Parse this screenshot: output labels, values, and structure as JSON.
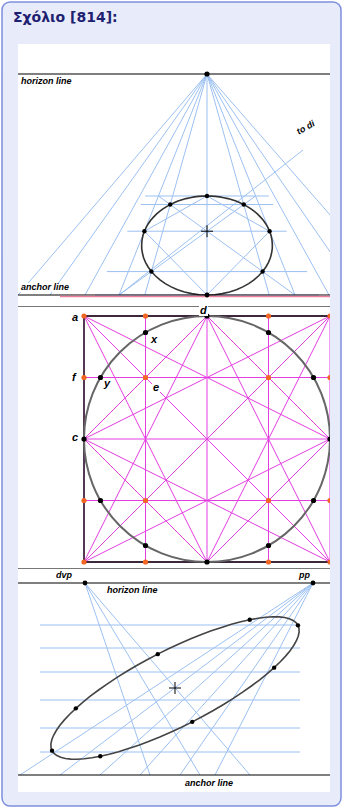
{
  "diagram": {
    "title": "Σχόλιο [814]:",
    "labels": [
      "horizon line",
      "to di",
      "anchor line",
      "a",
      "d",
      "x",
      "f",
      "y",
      "e",
      "c",
      "dvp",
      "horizon line",
      "pp",
      "anchor line"
    ]
  }
}
